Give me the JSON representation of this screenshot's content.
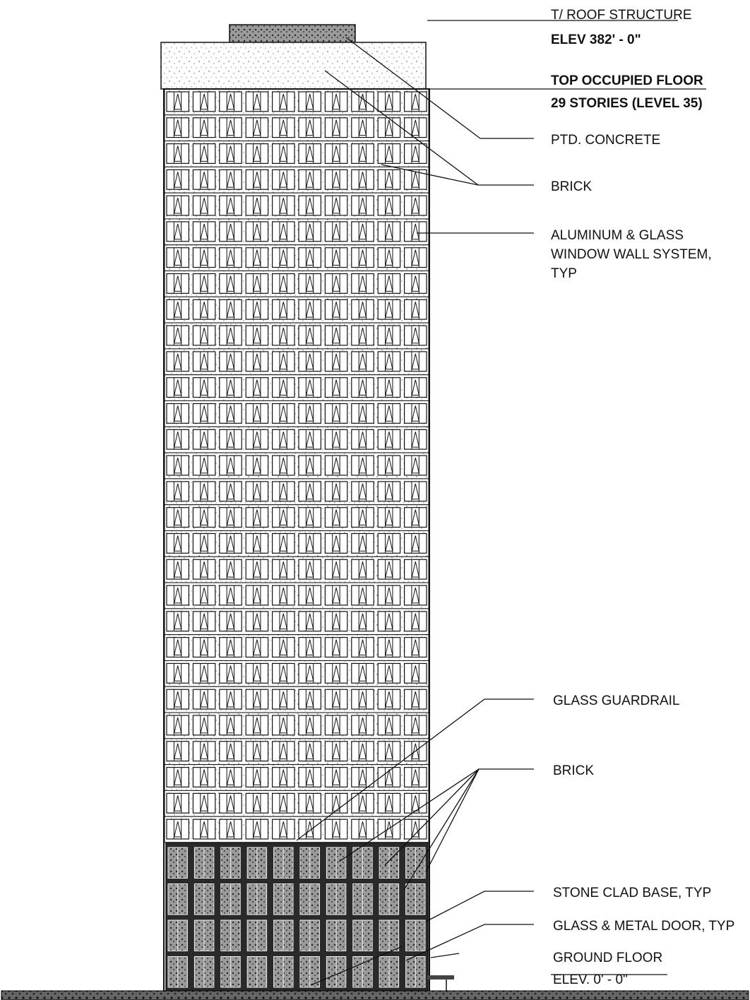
{
  "labels": {
    "roof_structure_title": "T/ ROOF STRUCTURE",
    "roof_structure_elev": "ELEV 382' - 0\"",
    "top_floor_title": "TOP OCCUPIED FLOOR",
    "top_floor_detail": "29 STORIES (LEVEL 35)",
    "ptd_concrete": "PTD. CONCRETE",
    "brick_upper": "BRICK",
    "window_wall_line1": "ALUMINUM & GLASS",
    "window_wall_line2": "WINDOW WALL SYSTEM,",
    "window_wall_line3": "TYP",
    "glass_guardrail": "GLASS GUARDRAIL",
    "brick_lower": "BRICK",
    "stone_clad_base": "STONE CLAD BASE, TYP",
    "glass_metal_door": "GLASS & METAL DOOR, TYP",
    "ground_floor_title": "GROUND FLOOR",
    "ground_floor_elev": "ELEV. 0' - 0\""
  },
  "building": {
    "typical_floor_rows": 29,
    "base_rows": 4,
    "window_columns": 10
  },
  "colors": {
    "ink": "#111111",
    "paper": "#ffffff",
    "stone_base": "#2a2a2a",
    "concrete_fill": "#e8e8e8"
  }
}
